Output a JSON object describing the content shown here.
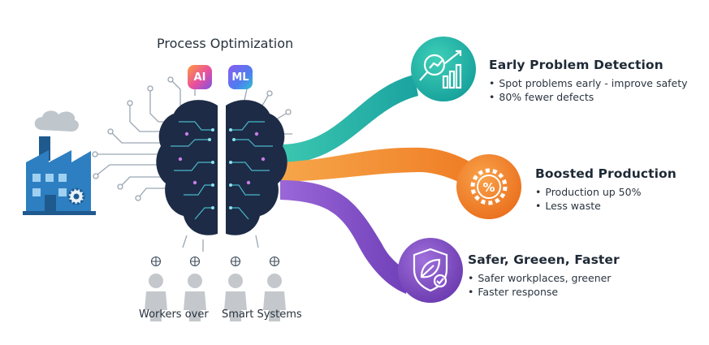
{
  "title": "Process Optimization",
  "badges": {
    "ai": "AI",
    "ml": "ML"
  },
  "outcomes": [
    {
      "heading": "Early Problem Detection",
      "bullets": [
        "Spot problems early - improve safety",
        "80% fewer defects"
      ],
      "color": "#1fb6a6",
      "icon": "magnifier-chart-icon"
    },
    {
      "heading": "Boosted Production",
      "bullets": [
        "Production up 50%",
        "Less waste"
      ],
      "color": "#f07d2a",
      "icon": "gear-percent-icon"
    },
    {
      "heading": "Safer, Greeen, Faster",
      "bullets": [
        "Safer workplaces, greener",
        "Faster response"
      ],
      "color": "#7a4fc4",
      "icon": "shield-leaf-icon"
    }
  ],
  "captions": {
    "left": "Workers over",
    "right": "Smart Systems"
  },
  "colors": {
    "factory": "#2d7fc1",
    "brain": "#1d2b46",
    "people": "#c4c8cc"
  }
}
